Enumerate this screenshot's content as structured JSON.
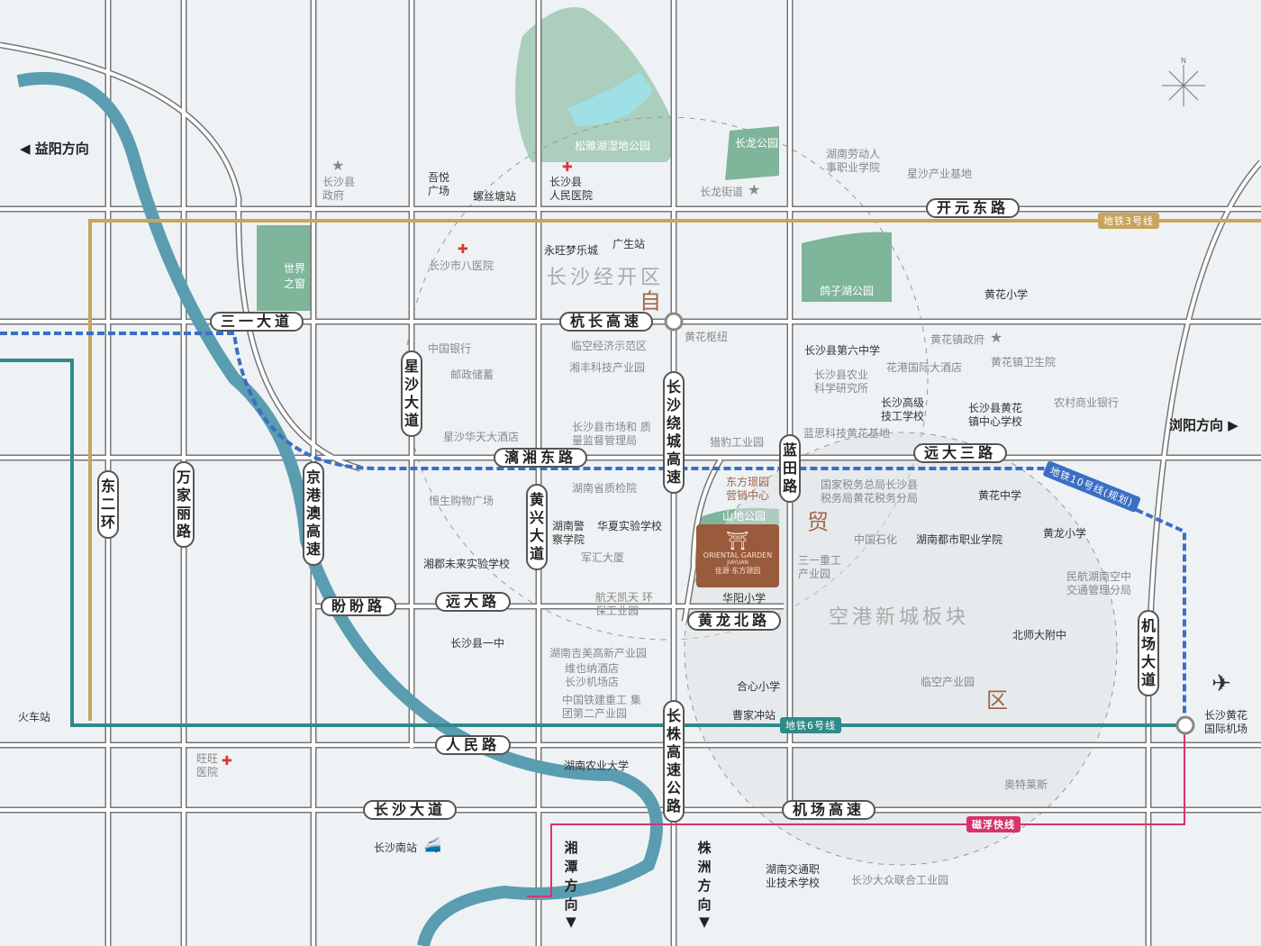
{
  "roads_h": [
    "开元东路",
    "三一大道",
    "杭长高速",
    "漓湘东路",
    "远大三路",
    "盼盼路",
    "远大路",
    "黄龙北路",
    "人民路",
    "长沙大道",
    "机场高速"
  ],
  "roads_v": [
    "东二环",
    "万家丽路",
    "京港澳高速",
    "星沙大道",
    "黄兴大道",
    "长沙绕城高速",
    "蓝田路",
    "长株高速公路",
    "机场大道"
  ],
  "metro": [
    "地铁3号线",
    "地铁10号线(规划)",
    "地铁6号线",
    "磁浮快线"
  ],
  "directions": [
    "益阳方向",
    "浏阳方向",
    "湘潭方向",
    "株洲方向"
  ],
  "districts": {
    "name": "长沙经开区",
    "zi": "自",
    "mao": "贸",
    "qu": "区",
    "block": "空港新城板块"
  },
  "parks": [
    "松雅湖湿地公园",
    "长龙公园",
    "世界之窗",
    "鸽子湖公园",
    "山地公园"
  ],
  "project": {
    "sales": "东方璟园 营销中心",
    "brand_en": "ORIENTAL GARDEN",
    "brand_sub": "JIAYUAN",
    "brand_cn": "佳源·东方璟园"
  },
  "pois": [
    "长沙县 政府",
    "吾悦 广场",
    "螺丝塘站",
    "长沙县 人民医院",
    "长龙街道",
    "湖南劳动人 事职业学院",
    "星沙产业基地",
    "长沙市八医院",
    "永旺梦乐城",
    "广生站",
    "黄花小学",
    "黄花枢纽",
    "中国银行",
    "邮政储蓄",
    "临空经济示范区",
    "湘丰科技产业园",
    "星沙华天大酒店",
    "长沙县市场和 质量监督管理局",
    "长沙县第六中学",
    "黄花镇政府",
    "花港国际大酒店",
    "黄花镇卫生院",
    "长沙县农业 科学研究所",
    "长沙高级 技工学校",
    "长沙县黄花 镇中心学校",
    "农村商业银行",
    "猎豹工业园",
    "蓝思科技黄花基地",
    "湖南省质检院",
    "恒生购物广场",
    "湖南警 察学院",
    "华夏实验学校",
    "军汇大厦",
    "湘郡未来实验学校",
    "国家税务总局长沙县 税务局黄花税务分局",
    "黄花中学",
    "中国石化",
    "湖南都市职业学院",
    "黄龙小学",
    "三一重工 产业园",
    "民航湖南空中 交通管理分局",
    "航天凯天 环保工业园",
    "华阳小学",
    "长沙县一中",
    "北师大附中",
    "湖南吉美高新产业园",
    "维也纳酒店 长沙机场店",
    "中国铁建重工 集团第二产业园",
    "合心小学",
    "曹家冲站",
    "临空产业园",
    "火车站",
    "旺旺 医院",
    "湖南农业大学",
    "奥特莱斯",
    "长沙南站",
    "湖南交通职 业技术学校",
    "长沙大众联合工业园",
    "长沙黄花 国际机场"
  ],
  "compass": "N",
  "colors": {
    "river": "#5a9db0",
    "metro3": "#c8a45c",
    "metro10": "#3a6fc4",
    "metro6": "#2f8a8a",
    "maglev": "#d6336c",
    "park": "#7fb59a",
    "brand": "#9a5a3c"
  }
}
